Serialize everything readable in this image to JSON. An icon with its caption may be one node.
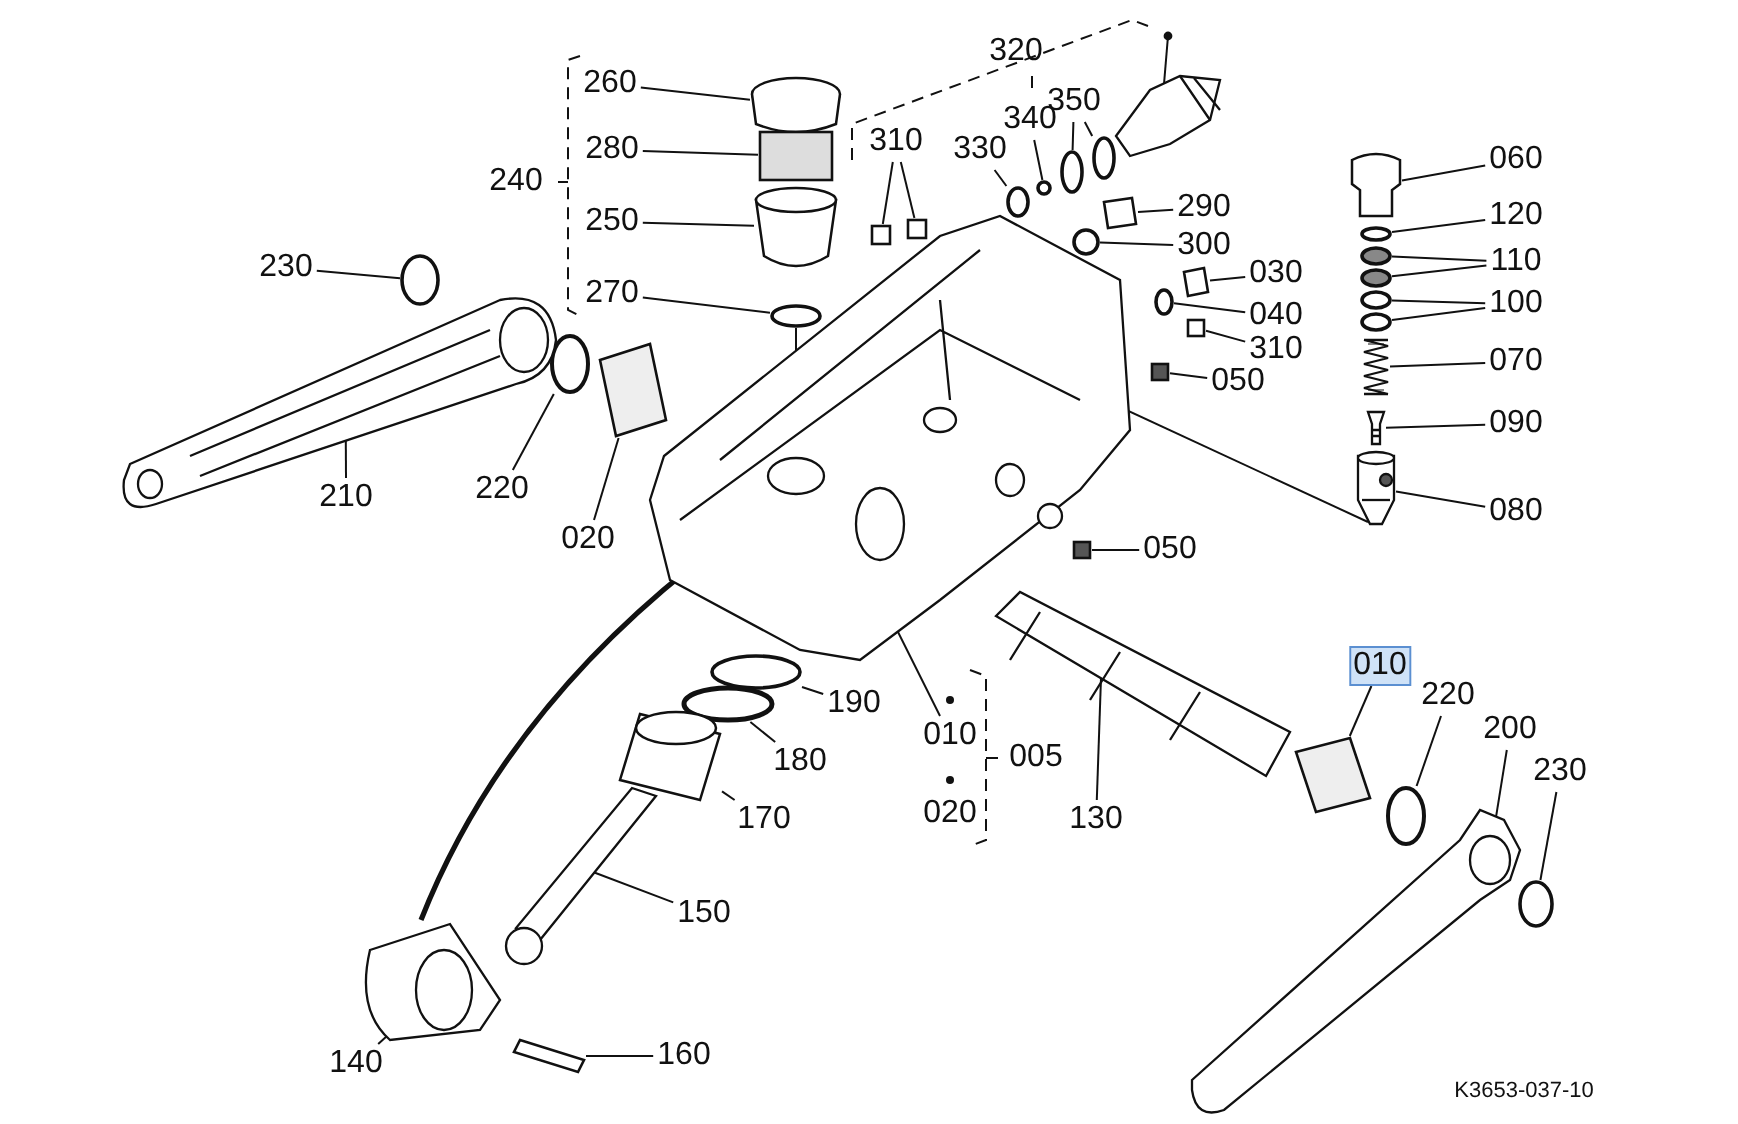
{
  "diagram": {
    "nodes": [
      {
        "text": [
          "260"
        ]
      },
      {
        "text": [
          "350"
        ]
      },
      {
        "text": [
          "340"
        ]
      },
      {
        "text": [
          "310"
        ]
      },
      {
        "text": [
          "330"
        ]
      },
      {
        "text": [
          "280"
        ]
      },
      {
        "text": [
          "060"
        ]
      },
      {
        "text": [
          "290"
        ]
      },
      {
        "text": [
          "250"
        ]
      },
      {
        "text": [
          "120"
        ]
      },
      {
        "text": [
          "300"
        ]
      },
      {
        "text": [
          "110"
        ]
      },
      {
        "text": [
          "230"
        ]
      },
      {
        "text": [
          "030"
        ]
      },
      {
        "text": [
          "270"
        ]
      },
      {
        "text": [
          "100"
        ]
      },
      {
        "text": [
          "040"
        ]
      },
      {
        "text": [
          "310"
        ]
      },
      {
        "text": [
          "070"
        ]
      },
      {
        "text": [
          "050"
        ]
      },
      {
        "text": [
          "090"
        ]
      },
      {
        "text": [
          "220"
        ]
      },
      {
        "text": [
          "210"
        ]
      },
      {
        "text": [
          "080"
        ]
      },
      {
        "text": [
          "020"
        ]
      },
      {
        "text": [
          "050"
        ]
      },
      {
        "text": [
          "010"
        ]
      },
      {
        "text": [
          "220"
        ]
      },
      {
        "text": [
          "200"
        ]
      },
      {
        "text": [
          "190"
        ]
      },
      {
        "text": [
          "010"
        ]
      },
      {
        "text": [
          "180"
        ]
      },
      {
        "text": [
          "230"
        ]
      },
      {
        "text": [
          "170"
        ]
      },
      {
        "text": [
          "130"
        ]
      },
      {
        "text": [
          "150"
        ]
      },
      {
        "text": [
          "140"
        ]
      },
      {
        "text": [
          "160"
        ]
      },
      {
        "text": [],
        "shape": "cylinder"
      },
      {
        "text": [],
        "shape": "circle"
      },
      {
        "text": [],
        "shape": "circle"
      },
      {
        "text": [],
        "shape": "circle"
      },
      {
        "text": [],
        "shape": "box"
      },
      {
        "text": [],
        "shape": "box"
      },
      {
        "text": [],
        "shape": "circle"
      },
      {
        "text": [],
        "shape": "box"
      },
      {
        "text": [],
        "shape": "cylinder"
      },
      {
        "text": [],
        "shape": "box"
      },
      {
        "text": [],
        "shape": "cylinder"
      },
      {
        "text": [],
        "shape": "circle"
      },
      {
        "text": [],
        "shape": "circle"
      },
      {
        "text": [],
        "shape": "circle"
      },
      {
        "text": [],
        "shape": "circle"
      },
      {
        "text": [],
        "shape": "circle"
      },
      {
        "text": [],
        "shape": "box"
      },
      {
        "text": [],
        "shape": "circle"
      },
      {
        "text": [],
        "shape": "circle"
      },
      {
        "text": [],
        "shape": "circle"
      },
      {
        "text": [],
        "shape": "circle"
      },
      {
        "text": [],
        "shape": "box"
      },
      {
        "text": [],
        "shape": "picture"
      },
      {
        "text": [],
        "shape": "box"
      },
      {
        "text": [],
        "shape": "picture"
      },
      {
        "text": [],
        "shape": "circle"
      },
      {
        "text": [],
        "shape": "picture"
      },
      {
        "text": [],
        "shape": "picture"
      },
      {
        "text": [],
        "shape": "box"
      },
      {
        "text": [],
        "shape": "box"
      },
      {
        "text": [],
        "shape": "box"
      },
      {
        "text": [],
        "shape": "circle"
      },
      {
        "text": [],
        "shape": "picture"
      },
      {
        "text": [],
        "shape": "circle"
      },
      {
        "text": [],
        "shape": "picture"
      },
      {
        "text": [],
        "shape": "circle"
      },
      {
        "text": [],
        "shape": "circle"
      },
      {
        "text": [],
        "shape": "cylinder"
      },
      {
        "text": [],
        "shape": "picture"
      },
      {
        "text": [],
        "shape": "picture"
      },
      {
        "text": [],
        "shape": "picture"
      },
      {
        "text": [],
        "shape": "box"
      },
      {
        "text": [],
        "shape": "picture"
      }
    ],
    "edges": [
      {
        "from": 0,
        "to": 38,
        "arrow": "none"
      },
      {
        "from": 1,
        "to": 39,
        "arrow": "none"
      },
      {
        "from": 1,
        "to": 40,
        "arrow": "none"
      },
      {
        "from": 2,
        "to": 41,
        "arrow": "none"
      },
      {
        "from": 3,
        "to": 42,
        "arrow": "none"
      },
      {
        "from": 3,
        "to": 43,
        "arrow": "none"
      },
      {
        "from": 4,
        "to": 44,
        "arrow": "none"
      },
      {
        "from": 5,
        "to": 45,
        "arrow": "none"
      },
      {
        "from": 6,
        "to": 46,
        "arrow": "none"
      },
      {
        "from": 7,
        "to": 47,
        "arrow": "none"
      },
      {
        "from": 8,
        "to": 48,
        "arrow": "none"
      },
      {
        "from": 9,
        "to": 49,
        "arrow": "none"
      },
      {
        "from": 10,
        "to": 50,
        "arrow": "none"
      },
      {
        "from": 11,
        "to": 51,
        "arrow": "none"
      },
      {
        "from": 11,
        "to": 52,
        "arrow": "none"
      },
      {
        "from": 12,
        "to": 53,
        "arrow": "none"
      },
      {
        "from": 13,
        "to": 54,
        "arrow": "none"
      },
      {
        "from": 14,
        "to": 55,
        "arrow": "none"
      },
      {
        "from": 15,
        "to": 56,
        "arrow": "none"
      },
      {
        "from": 15,
        "to": 57,
        "arrow": "none"
      },
      {
        "from": 16,
        "to": 58,
        "arrow": "none"
      },
      {
        "from": 17,
        "to": 59,
        "arrow": "none"
      },
      {
        "from": 18,
        "to": 60,
        "arrow": "none"
      },
      {
        "from": 19,
        "to": 61,
        "arrow": "none"
      },
      {
        "from": 20,
        "to": 62,
        "arrow": "none"
      },
      {
        "from": 21,
        "to": 63,
        "arrow": "none"
      },
      {
        "from": 22,
        "to": 64,
        "arrow": "none"
      },
      {
        "from": 23,
        "to": 65,
        "arrow": "none"
      },
      {
        "from": 24,
        "to": 66,
        "arrow": "none"
      },
      {
        "from": 25,
        "to": 67,
        "arrow": "none"
      },
      {
        "from": 26,
        "to": 68,
        "arrow": "none"
      },
      {
        "from": 27,
        "to": 69,
        "arrow": "none"
      },
      {
        "from": 28,
        "to": 70,
        "arrow": "none"
      },
      {
        "from": 29,
        "to": 71,
        "arrow": "none"
      },
      {
        "from": 30,
        "to": 72,
        "arrow": "none"
      },
      {
        "from": 31,
        "to": 73,
        "arrow": "none"
      },
      {
        "from": 32,
        "to": 74,
        "arrow": "none"
      },
      {
        "from": 33,
        "to": 75,
        "arrow": "none"
      },
      {
        "from": 34,
        "to": 76,
        "arrow": "none"
      },
      {
        "from": 35,
        "to": 77,
        "arrow": "none"
      },
      {
        "from": 36,
        "to": 78,
        "arrow": "none"
      },
      {
        "from": 37,
        "to": 79,
        "arrow": "none"
      },
      {
        "from": null,
        "to": 80,
        "arrow": "other"
      },
      {
        "from": 72,
        "to": 78,
        "arrow": "none",
        "style": "thick"
      },
      {
        "from": 72,
        "to": 65,
        "arrow": "none"
      },
      {
        "from": 55,
        "to": 72,
        "arrow": "none"
      }
    ],
    "labels": [
      "320",
      "240",
      "005",
      "020",
      "K3653-037-10"
    ]
  }
}
